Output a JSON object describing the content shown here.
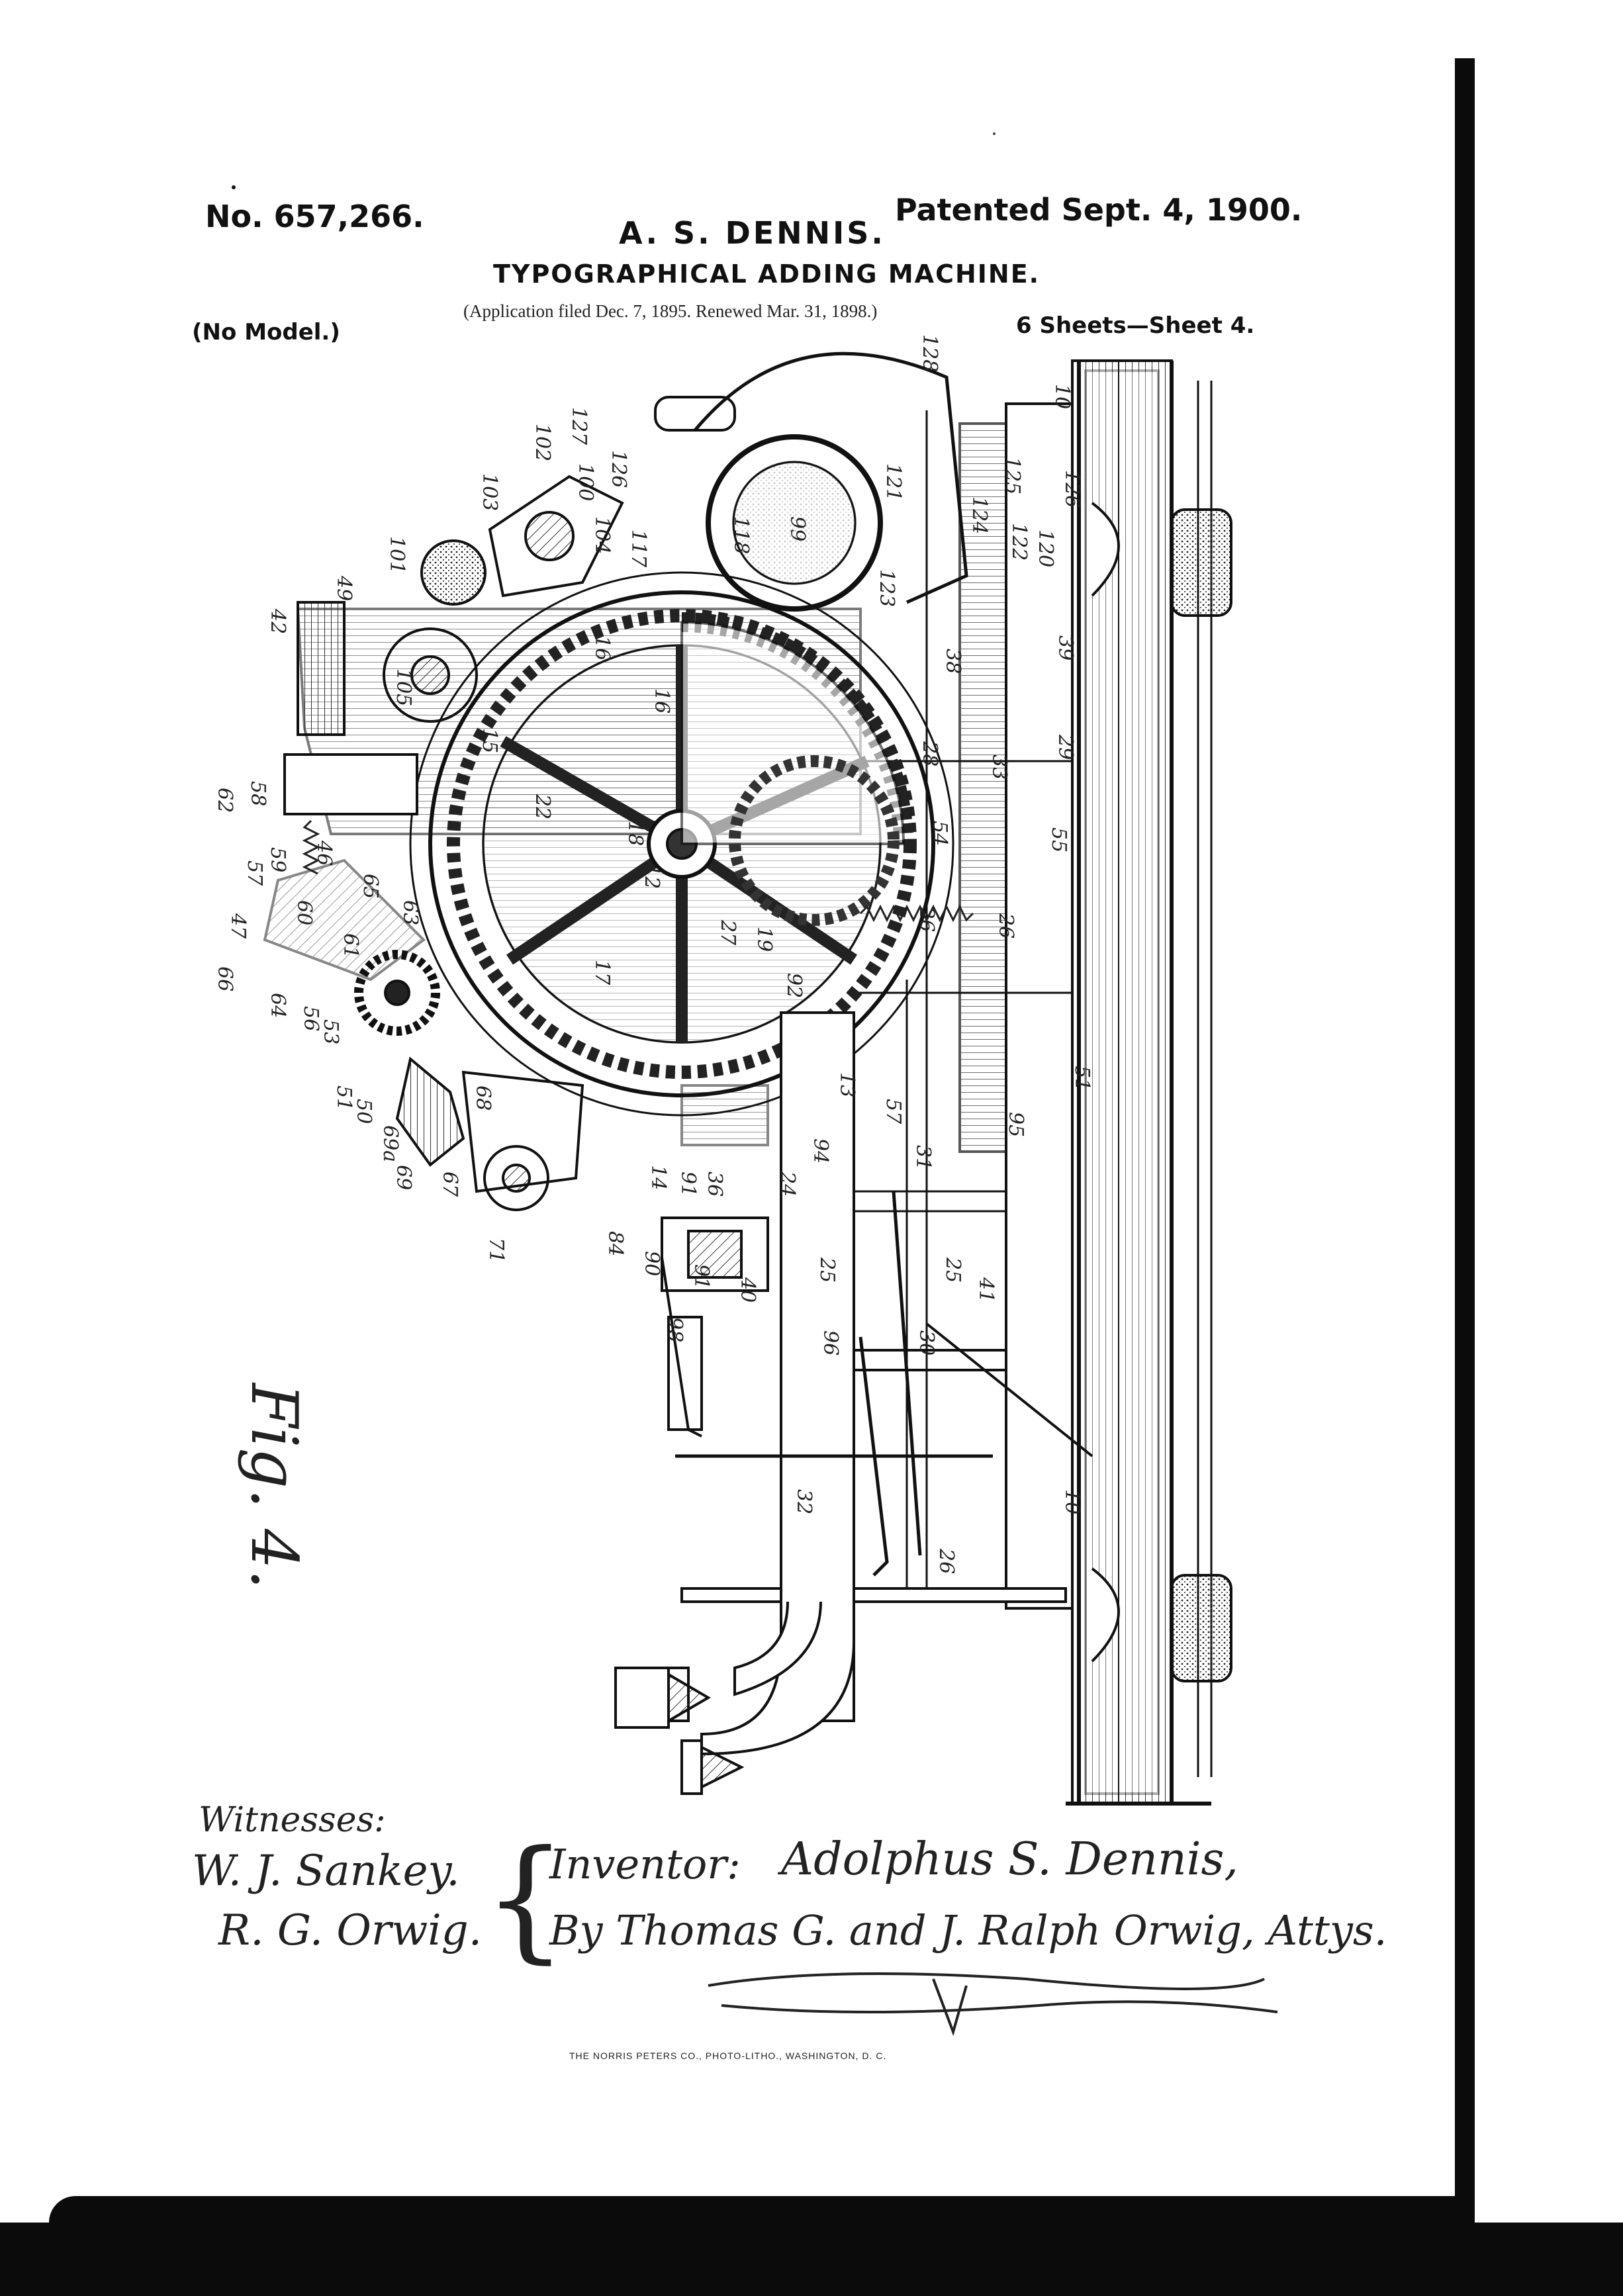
{
  "header": {
    "patent_number": "No. 657,266.",
    "patent_date": "Patented Sept. 4, 1900.",
    "inventor_name": "A. S. DENNIS.",
    "title": "TYPOGRAPHICAL ADDING MACHINE.",
    "application": "(Application filed Dec. 7, 1895. Renewed Mar. 31, 1898.)",
    "model": "(No Model.)",
    "sheets": "6 Sheets—Sheet 4."
  },
  "figure": {
    "label": "Fig. 4.",
    "refs": [
      "127",
      "128",
      "100",
      "102",
      "103",
      "101",
      "126",
      "104",
      "117",
      "118",
      "99",
      "121",
      "124",
      "125",
      "122",
      "120",
      "126",
      "10",
      "49",
      "42",
      "105",
      "123",
      "38",
      "39",
      "16",
      "16",
      "15",
      "22",
      "62",
      "58",
      "46",
      "59",
      "57",
      "60",
      "47",
      "66",
      "65",
      "63",
      "61",
      "18",
      "12",
      "17",
      "27",
      "19",
      "92",
      "26",
      "26",
      "54",
      "55",
      "33",
      "28",
      "29",
      "64",
      "56",
      "53",
      "51",
      "50",
      "69a",
      "69",
      "67",
      "68",
      "71",
      "84",
      "14",
      "91",
      "36",
      "24",
      "94",
      "13",
      "57",
      "31",
      "95",
      "51",
      "90",
      "91",
      "40",
      "98",
      "25",
      "25",
      "41",
      "96",
      "30",
      "32",
      "10",
      "26"
    ]
  },
  "signatures": {
    "witnesses_label": "Witnesses:",
    "witness_1": "W. J. Sankey.",
    "witness_2": "R. G. Orwig.",
    "inventor_label": "Inventor:",
    "inventor_signature": "Adolphus S. Dennis,",
    "attorneys": "By Thomas G. and J. Ralph Orwig, Attys."
  },
  "footer": {
    "printer": "THE NORRIS PETERS CO., PHOTO-LITHO., WASHINGTON, D. C."
  }
}
